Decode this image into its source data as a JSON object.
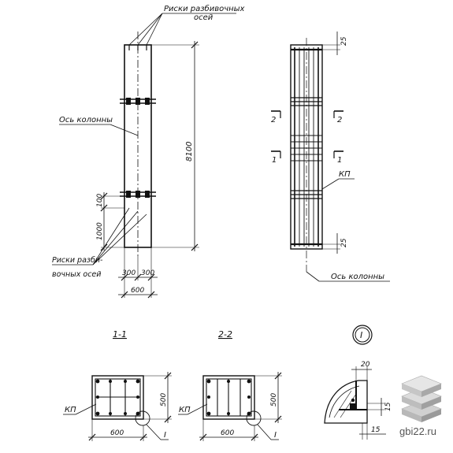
{
  "elevation": {
    "top_label_line1": "Риски разбивочных",
    "top_label_line2": "осей",
    "axis_label": "Ось колонны",
    "bottom_label_line1": "Риски разби-",
    "bottom_label_line2": "вочных осей",
    "dim_height": "8100",
    "dim_100": "100",
    "dim_1000": "1000",
    "dim_300_left": "300",
    "dim_300_right": "300",
    "dim_width": "600"
  },
  "reinforcement": {
    "dim_top": "25",
    "dim_bottom": "25",
    "cut_2_left": "2",
    "cut_2_right": "2",
    "cut_1_left": "1",
    "cut_1_right": "1",
    "kp_label": "КП",
    "axis_label": "Ось колонны"
  },
  "section_1": {
    "title": "1-1",
    "kp_label": "КП",
    "node_ref": "I",
    "dim_width": "600",
    "dim_height": "500"
  },
  "section_2": {
    "title": "2-2",
    "kp_label": "КП",
    "node_ref": "I",
    "dim_width": "600",
    "dim_height": "500"
  },
  "detail": {
    "title": "I",
    "dim_20": "20",
    "dim_15_side": "15",
    "dim_15_bottom": "15"
  },
  "watermark": {
    "text": "gbi22.ru"
  }
}
